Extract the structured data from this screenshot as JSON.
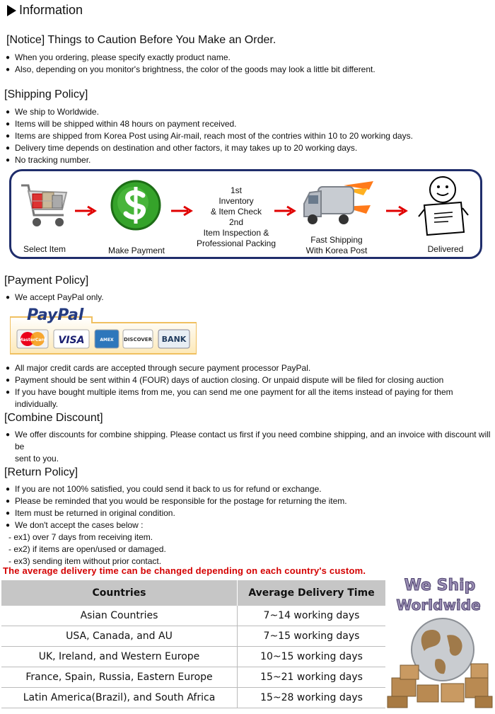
{
  "header": {
    "title": "Information"
  },
  "notice": {
    "heading": "[Notice] Things to Caution Before You Make an Order.",
    "items": [
      "When you ordering, please specify exactly product name.",
      "Also, depending on you monitor's brightness, the color of the goods may look a little bit different."
    ]
  },
  "shipping": {
    "heading": "[Shipping Policy]",
    "items": [
      "We ship to Worldwide.",
      "Items will be shipped within 48 hours on payment received.",
      "Items are shipped from Korea Post using Air-mail, reach most of the contries within 10 to 20 working days.",
      "Delivery time depends on destination and other factors, it may takes up to 20 working days.",
      "No tracking number."
    ]
  },
  "process": {
    "step1": "Select Item",
    "step2": "Make Payment",
    "step3_line1": "1st",
    "step3_line2": "Inventory",
    "step3_line3": "& Item Check",
    "step3_line4": "2nd",
    "step3_line5": "Item Inspection &",
    "step3_line6": "Professional Packing",
    "step4_line1": "Fast Shipping",
    "step4_line2": "With Korea Post",
    "step5": "Delivered",
    "arrow_color": "#e00000",
    "border_color": "#1f2d6b"
  },
  "payment": {
    "heading": "[Payment Policy]",
    "accept": "We accept PayPal only.",
    "logo": {
      "brand": "PayPal",
      "cards": [
        "MasterCard",
        "VISA",
        "AMEX",
        "DISCOVER",
        "BANK"
      ]
    },
    "items": [
      "All major credit cards are accepted through secure payment processor PayPal.",
      "Payment should be sent within 4 (FOUR) days of auction closing. Or unpaid dispute will be filed for closing auction",
      "If you have bought multiple items from me, you can send me one payment for all the items instead of paying for them individually."
    ]
  },
  "combine": {
    "heading": "[Combine Discount]",
    "item_line1": "We offer discounts for combine shipping. Please contact us first if you need combine shipping, and an invoice with discount will be",
    "item_line2": "sent to you."
  },
  "return_policy": {
    "heading": "[Return Policy]",
    "items": [
      "If you are not 100% satisfied, you could send it back to us for refund or exchange.",
      "Please be reminded that you would be responsible for the postage for returning the item.",
      "Item must be returned in original condition.",
      "We don't accept the cases below :"
    ],
    "cases": [
      "- ex1) over 7 days from receiving item.",
      "- ex2) if items are open/used or damaged.",
      "- ex3) sending item without prior contact."
    ]
  },
  "delivery": {
    "notice": "The average delivery time can be changed depending on each country's custom.",
    "columns": [
      "Countries",
      "Average Delivery Time"
    ],
    "rows": [
      [
        "Asian Countries",
        "7~14 working days"
      ],
      [
        "USA, Canada, and AU",
        "7~15 working days"
      ],
      [
        "UK, Ireland, and Western Europe",
        "10~15 working days"
      ],
      [
        "France, Spain, Russia, Eastern Europe",
        "15~21 working days"
      ],
      [
        "Latin America(Brazil), and South Africa",
        "15~28 working days"
      ]
    ]
  },
  "badge": {
    "line1": "We Ship",
    "line2": "Worldwide"
  }
}
